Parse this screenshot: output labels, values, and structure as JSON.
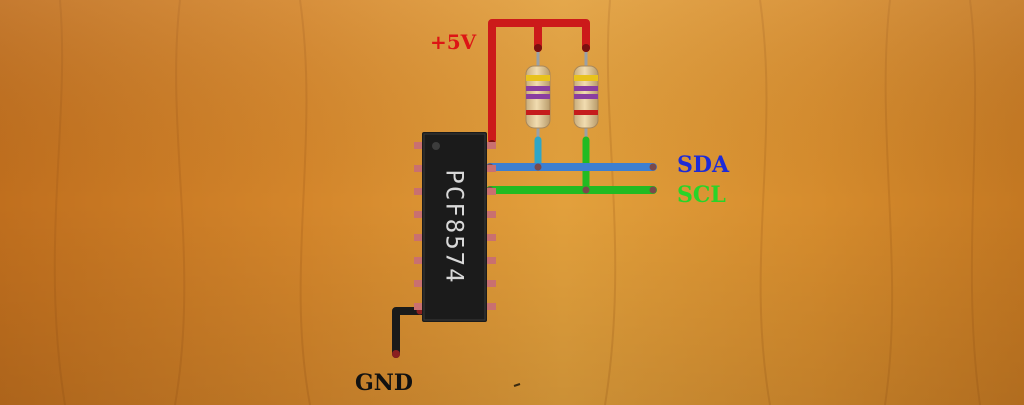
{
  "labels": {
    "vcc": "+5V",
    "sda": "SDA",
    "scl": "SCL",
    "gnd": "GND",
    "chip": "PCF8574"
  },
  "colors": {
    "background": "#d78a2c",
    "wire_power": "#cc1a1a",
    "wire_sda": "#3d7fd0",
    "wire_scl": "#22bb22",
    "wire_gnd": "#1a1a1a",
    "chip_body": "#1b1b1b",
    "chip_pins": "#c97070",
    "chip_text": "#d8d8d8",
    "label_vcc": "#dd1515",
    "label_sda": "#1d2bd8",
    "label_scl": "#28d428",
    "label_gnd": "#111111",
    "resistor_body": "#e2c99a"
  }
}
